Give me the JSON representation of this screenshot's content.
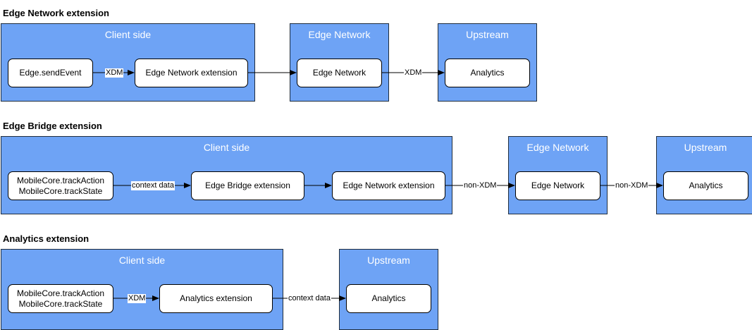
{
  "diagram1": {
    "title": "Edge Network extension",
    "client_title": "Client side",
    "edge_title": "Edge Network",
    "upstream_title": "Upstream",
    "send_event": "Edge.sendEvent",
    "edge_ext": "Edge Network extension",
    "edge_node": "Edge Network",
    "analytics": "Analytics",
    "label_xdm_1": "XDM",
    "label_xdm_2": "XDM"
  },
  "diagram2": {
    "title": "Edge Bridge extension",
    "client_title": "Client side",
    "edge_title": "Edge Network",
    "upstream_title": "Upstream",
    "track_action": "MobileCore.trackAction",
    "track_state": "MobileCore.trackState",
    "bridge_ext": "Edge Bridge extension",
    "edge_ext": "Edge Network extension",
    "edge_node": "Edge Network",
    "analytics": "Analytics",
    "label_context": "context data",
    "label_nonxdm_1": "non-XDM",
    "label_nonxdm_2": "non-XDM"
  },
  "diagram3": {
    "title": "Analytics extension",
    "client_title": "Client side",
    "upstream_title": "Upstream",
    "track_action": "MobileCore.trackAction",
    "track_state": "MobileCore.trackState",
    "analytics_ext": "Analytics extension",
    "analytics": "Analytics",
    "label_xdm": "XDM",
    "label_context": "context data"
  },
  "colors": {
    "container_fill": "#6ea3f5",
    "container_title": "#ffffff"
  }
}
